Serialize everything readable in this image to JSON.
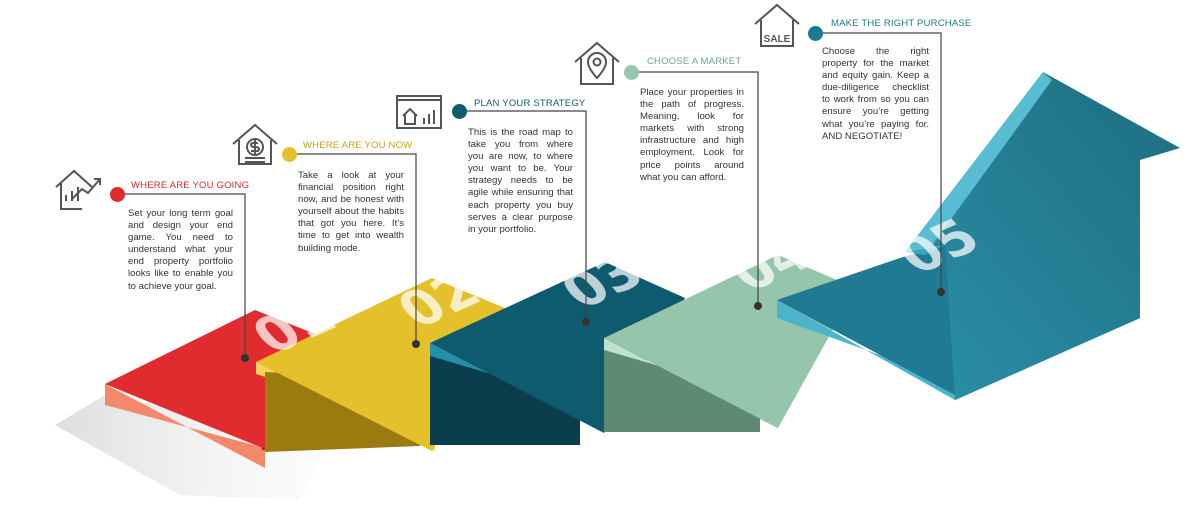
{
  "steps": [
    {
      "number": "01",
      "title": "WHERE ARE YOU GOING",
      "text": "Set your long term goal and design your end game. You need to understand what your end property portfolio looks like to enable you to achieve your goal.",
      "color": "#e02a2c",
      "icon": "house-chart-icon"
    },
    {
      "number": "02",
      "title": "WHERE ARE YOU NOW",
      "text": "Take a look at your financial position right now, and be honest with yourself about the habits that got you here. It’s time to get into wealth building mode.",
      "color": "#e7c02c",
      "icon": "house-dollar-icon"
    },
    {
      "number": "03",
      "title": "PLAN YOUR STRATEGY",
      "text": "This is the road map to take you from where you are now, to where you want to be. Your strategy needs to be agile while ensuring that each property you buy serves a clear purpose in your portfolio.",
      "color": "#0e5c70",
      "icon": "presentation-board-icon"
    },
    {
      "number": "04",
      "title": "CHOOSE A MARKET",
      "text": "Place your properties in the path of progress. Meaning, look for markets with strong infrastructure and high employment. Look for price points around what you can afford.",
      "color": "#97c7ad",
      "icon": "house-location-icon"
    },
    {
      "number": "05",
      "title": "MAKE THE RIGHT PURCHASE",
      "text": "Choose the right property for the market and equity gain. Keep a due-diligence checklist to work from so you can ensure you’re getting what you’re paying for. AND NEGOTIATE!",
      "color": "#1b7a92",
      "icon": "house-sale-icon",
      "icon_label": "SALE"
    }
  ]
}
